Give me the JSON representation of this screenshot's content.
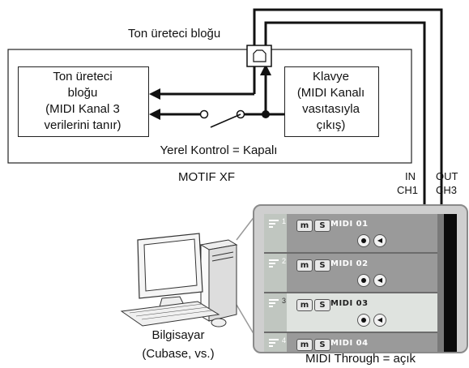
{
  "labels": {
    "tone_gen_top": "Ton üreteci bloğu",
    "tone_box": [
      "Ton üreteci",
      "bloğu",
      "(MIDI Kanal 3",
      "verilerini tanır)"
    ],
    "keyboard_box": [
      "Klavye",
      "(MIDI Kanalı",
      "vasıtasıyla",
      "çıkış)"
    ],
    "local_control": "Yerel Kontrol = Kapalı",
    "motif": "MOTIF XF",
    "in_label": "IN",
    "in_ch": "CH1",
    "out_label": "OUT",
    "out_ch": "CH3",
    "computer": "Bilgisayar",
    "computer_sub": "(Cubase, vs.)",
    "midi_through": "MIDI Through = açık"
  },
  "daw": {
    "tracks": [
      {
        "num": "1",
        "m": "m",
        "s": "S",
        "name": "MIDI 01"
      },
      {
        "num": "2",
        "m": "m",
        "s": "S",
        "name": "MIDI 02"
      },
      {
        "num": "3",
        "m": "m",
        "s": "S",
        "name": "MIDI 03"
      },
      {
        "num": "4",
        "m": "m",
        "s": "S",
        "name": "MIDI 04"
      }
    ]
  }
}
